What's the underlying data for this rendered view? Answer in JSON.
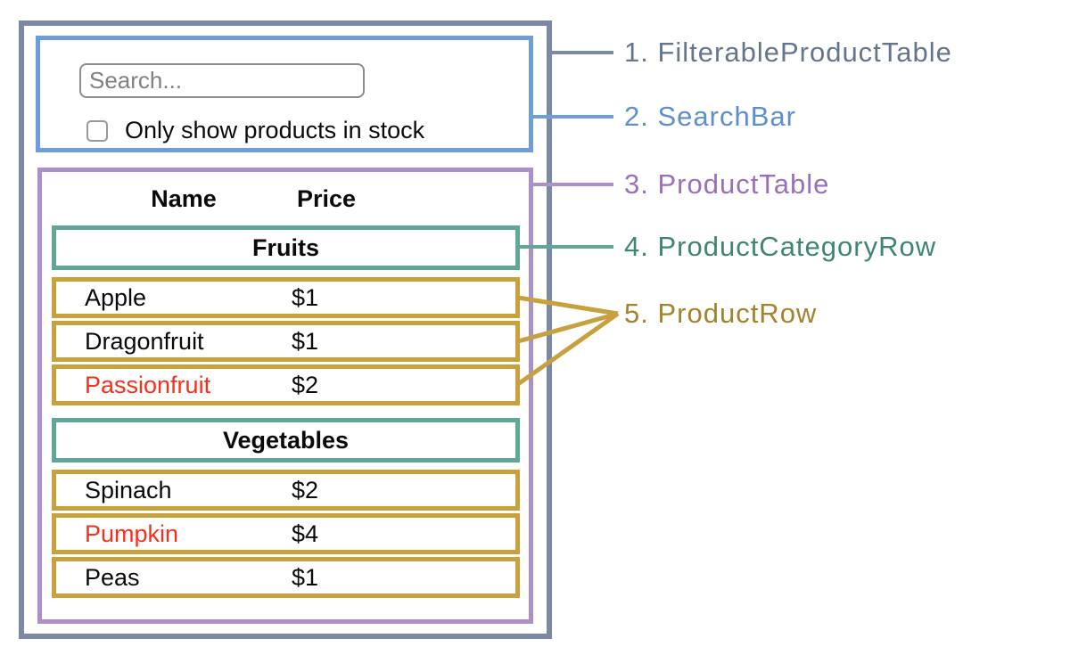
{
  "search": {
    "placeholder": "Search...",
    "checkbox_label": "Only show products in stock",
    "checkbox_checked": false
  },
  "table": {
    "headers": {
      "name": "Name",
      "price": "Price"
    },
    "sections": [
      {
        "category": "Fruits",
        "rows": [
          {
            "name": "Apple",
            "price": "$1",
            "highlighted": false
          },
          {
            "name": "Dragonfruit",
            "price": "$1",
            "highlighted": false
          },
          {
            "name": "Passionfruit",
            "price": "$2",
            "highlighted": true
          }
        ]
      },
      {
        "category": "Vegetables",
        "rows": [
          {
            "name": "Spinach",
            "price": "$2",
            "highlighted": false
          },
          {
            "name": "Pumpkin",
            "price": "$4",
            "highlighted": true
          },
          {
            "name": "Peas",
            "price": "$1",
            "highlighted": false
          }
        ]
      }
    ]
  },
  "labels": [
    {
      "text": "1. FilterableProductTable",
      "color": "#66758E"
    },
    {
      "text": "2. SearchBar",
      "color": "#5D8FCB"
    },
    {
      "text": "3. ProductTable",
      "color": "#9A70B8"
    },
    {
      "text": "4. ProductCategoryRow",
      "color": "#3F8577"
    },
    {
      "text": "5. ProductRow",
      "color": "#A5832D"
    }
  ],
  "colors": {
    "outer_border": "#7B89A4",
    "searchbar_border": "#6D9DDB",
    "producttable_border": "#AD90CA",
    "category_border": "#60A799",
    "row_border": "#C6A13E",
    "out_of_stock_text": "#F7301C"
  }
}
